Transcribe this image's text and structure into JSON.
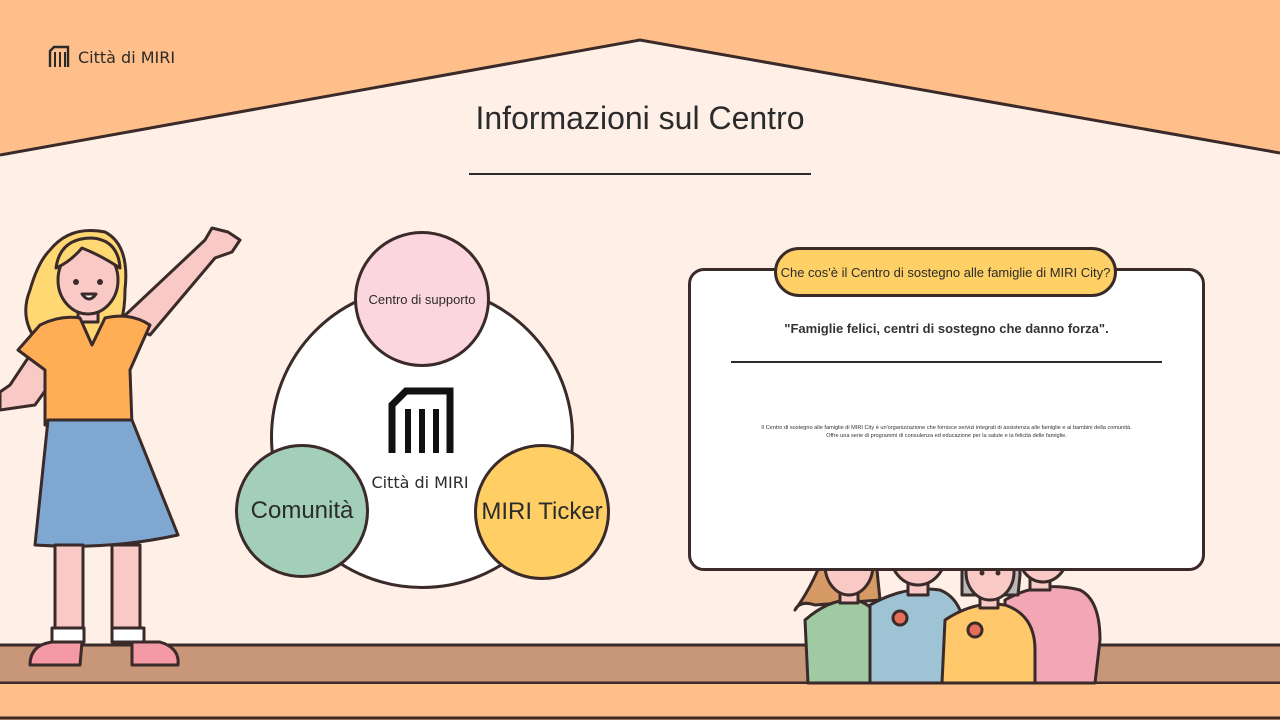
{
  "brand": {
    "name": "Città di MIRI",
    "logo_icon": "miri-logo-icon"
  },
  "page": {
    "title": "Informazioni sul Centro"
  },
  "diagram": {
    "center_label": "Città di MIRI",
    "nodes": [
      {
        "label": "Centro di supporto",
        "color": "#fbd6de"
      },
      {
        "label": "Comunità",
        "color": "#a3cfb8"
      },
      {
        "label": "MIRI Ticker",
        "color": "#ffcf66"
      }
    ]
  },
  "info_card": {
    "tab_label": "Che cos'è il Centro di sostegno alle famiglie di MIRI City?",
    "quote": "\"Famiglie felici, centri di sostegno che danno forza\".",
    "body_line1": "Il Centro di sostegno alle famiglie di MIRI City è un'organizzazione che fornisce servizi integrati di assistenza alle famiglie e ai bambini della comunità.",
    "body_line2": "Offre una serie di programmi di consulenza ed educazione per la salute e la felicità delle famiglie."
  },
  "colors": {
    "roof": "#ffbf8a",
    "wall": "#fff0e7",
    "floor": "#c8977a",
    "outline": "#3a2a2a"
  },
  "illustrations": [
    "waving-woman-illustration",
    "family-group-illustration"
  ]
}
